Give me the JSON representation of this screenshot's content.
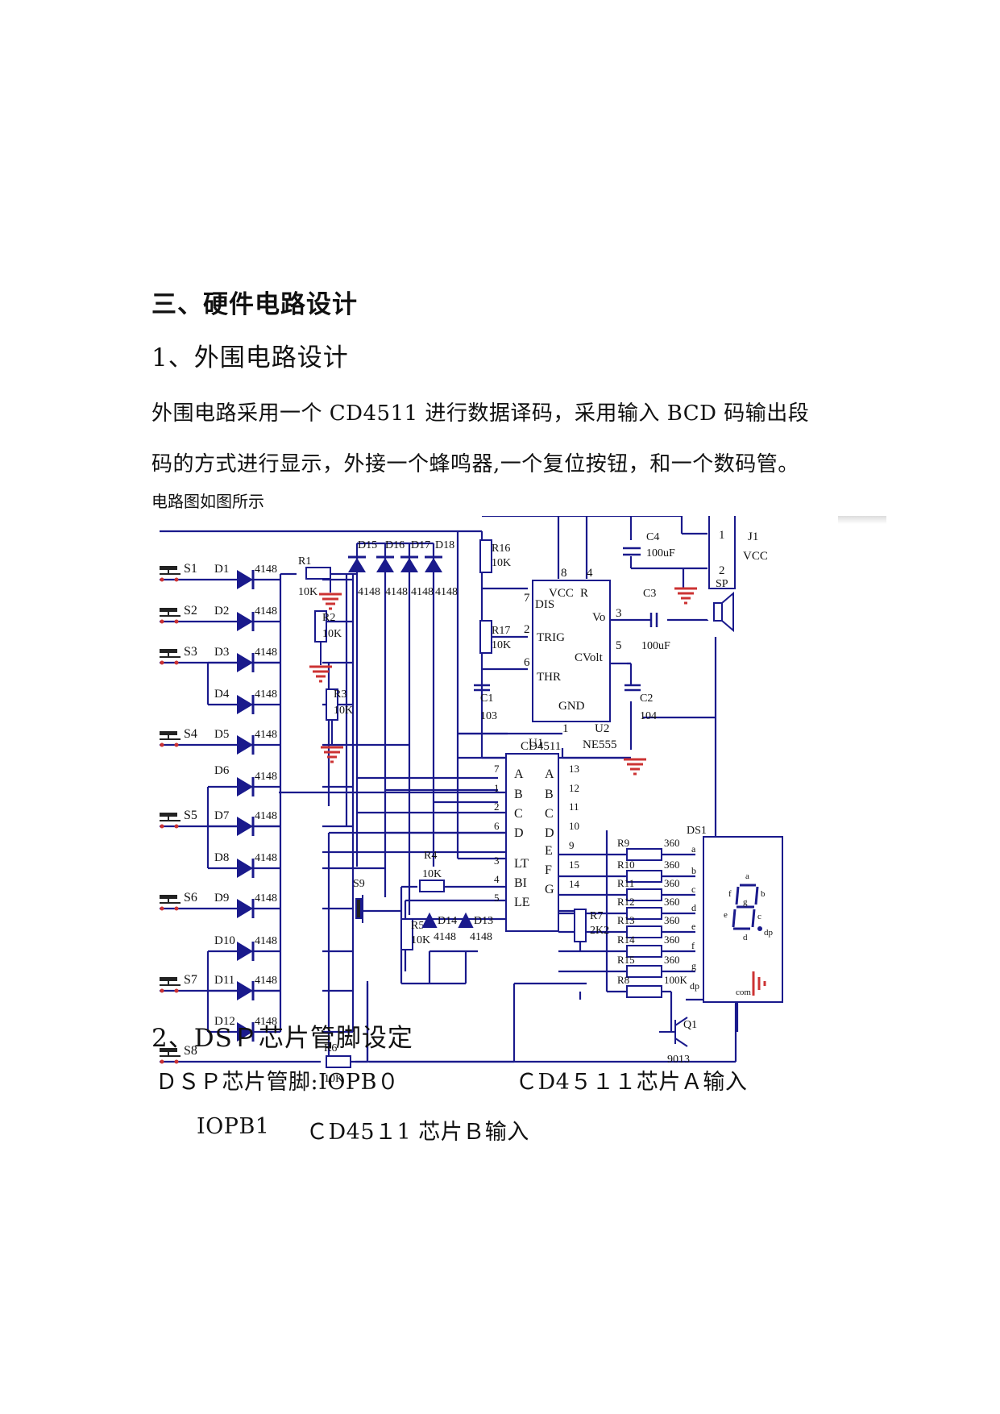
{
  "section": {
    "title": "三、硬件电路设计"
  },
  "sub1": {
    "title": "1、外围电路设计",
    "para_line1": "外围电路采用一个 CD4511 进行数据译码，采用输入 BCD 码输出段",
    "para_line2": "码的方式进行显示，外接一个蜂鸣器,一个复位按钮，和一个数码管。",
    "caption": "电路图如图所示"
  },
  "circuit": {
    "switches": [
      "S1",
      "S2",
      "S3",
      "S4",
      "S5",
      "S6",
      "S7",
      "S8",
      "S9"
    ],
    "diodes": [
      "D1",
      "D2",
      "D3",
      "D4",
      "D5",
      "D6",
      "D7",
      "D8",
      "D9",
      "D10",
      "D11",
      "D12"
    ],
    "diode_type": "4148",
    "top_diodes": [
      "D15",
      "D16",
      "D17",
      "D18"
    ],
    "resistors": {
      "R1": "R1",
      "R1_val": "10K",
      "R2": "R2",
      "R2_val": "10K",
      "R3": "R3",
      "R3_val": "10K",
      "R4": "R4",
      "R4_val": "10K",
      "R5": "R5",
      "R5_val": "10K",
      "R6": "R6",
      "R6_val": "10K",
      "R7": "R7",
      "R7_val": "2K2",
      "R16": "R16",
      "R16_val": "10K",
      "R17": "R17",
      "R17_val": "10K"
    },
    "seg_resistors": [
      "R9",
      "R10",
      "R11",
      "R12",
      "R13",
      "R14",
      "R15",
      "R8"
    ],
    "seg_values": [
      "360",
      "360",
      "360",
      "360",
      "360",
      "360",
      "360",
      "100K"
    ],
    "caps": {
      "C1": "C1",
      "C1_val": "103",
      "C2": "C2",
      "C2_val": "104",
      "C3": "C3",
      "C3_val": "100uF",
      "C4": "C4",
      "C4_val": "100uF"
    },
    "ne555": {
      "ref": "U2",
      "name": "NE555",
      "pins": {
        "vcc": "VCC",
        "r": "R",
        "dis": "DIS",
        "trig": "TRIG",
        "thr": "THR",
        "vo": "Vo",
        "cvolt": "CVolt",
        "gnd": "GND"
      },
      "pin_numbers": {
        "p8": "8",
        "p4": "4",
        "p7": "7",
        "p2": "2",
        "p6": "6",
        "p3": "3",
        "p5": "5",
        "p1": "1"
      }
    },
    "cd4511": {
      "ref": "U1",
      "name": "CD4511",
      "left_pins": [
        "A",
        "B",
        "C",
        "D",
        "LT",
        "BI",
        "LE"
      ],
      "left_numbers": [
        "7",
        "1",
        "2",
        "6",
        "3",
        "4",
        "5"
      ],
      "right_pins": [
        "A",
        "B",
        "C",
        "D",
        "E",
        "F",
        "G"
      ],
      "right_numbers": [
        "13",
        "12",
        "11",
        "10",
        "9",
        "15",
        "14"
      ]
    },
    "display": {
      "ref": "DS1",
      "segments": [
        "a",
        "b",
        "c",
        "d",
        "e",
        "f",
        "g",
        "dp"
      ],
      "inner_a": "a",
      "inner_b": "b",
      "inner_c": "c",
      "inner_d": "d",
      "inner_e": "e",
      "inner_f": "f",
      "inner_g": "g",
      "inner_dp": "dp",
      "com": "com"
    },
    "connector": {
      "ref": "J1",
      "name": "VCC",
      "pin1": "1",
      "pin2": "2"
    },
    "speaker": "SP",
    "transistor": {
      "ref": "Q1",
      "model": "9013"
    }
  },
  "sub2": {
    "title": "2、DSＰ芯片管脚设定",
    "row1_left": "ＤＳＰ芯片管脚:IOPB０",
    "row1_right": "ＣD4５１１芯片Ａ输入",
    "row2_left": "IOPB1",
    "row2_right": "ＣD45１1 芯片Ｂ输入"
  }
}
